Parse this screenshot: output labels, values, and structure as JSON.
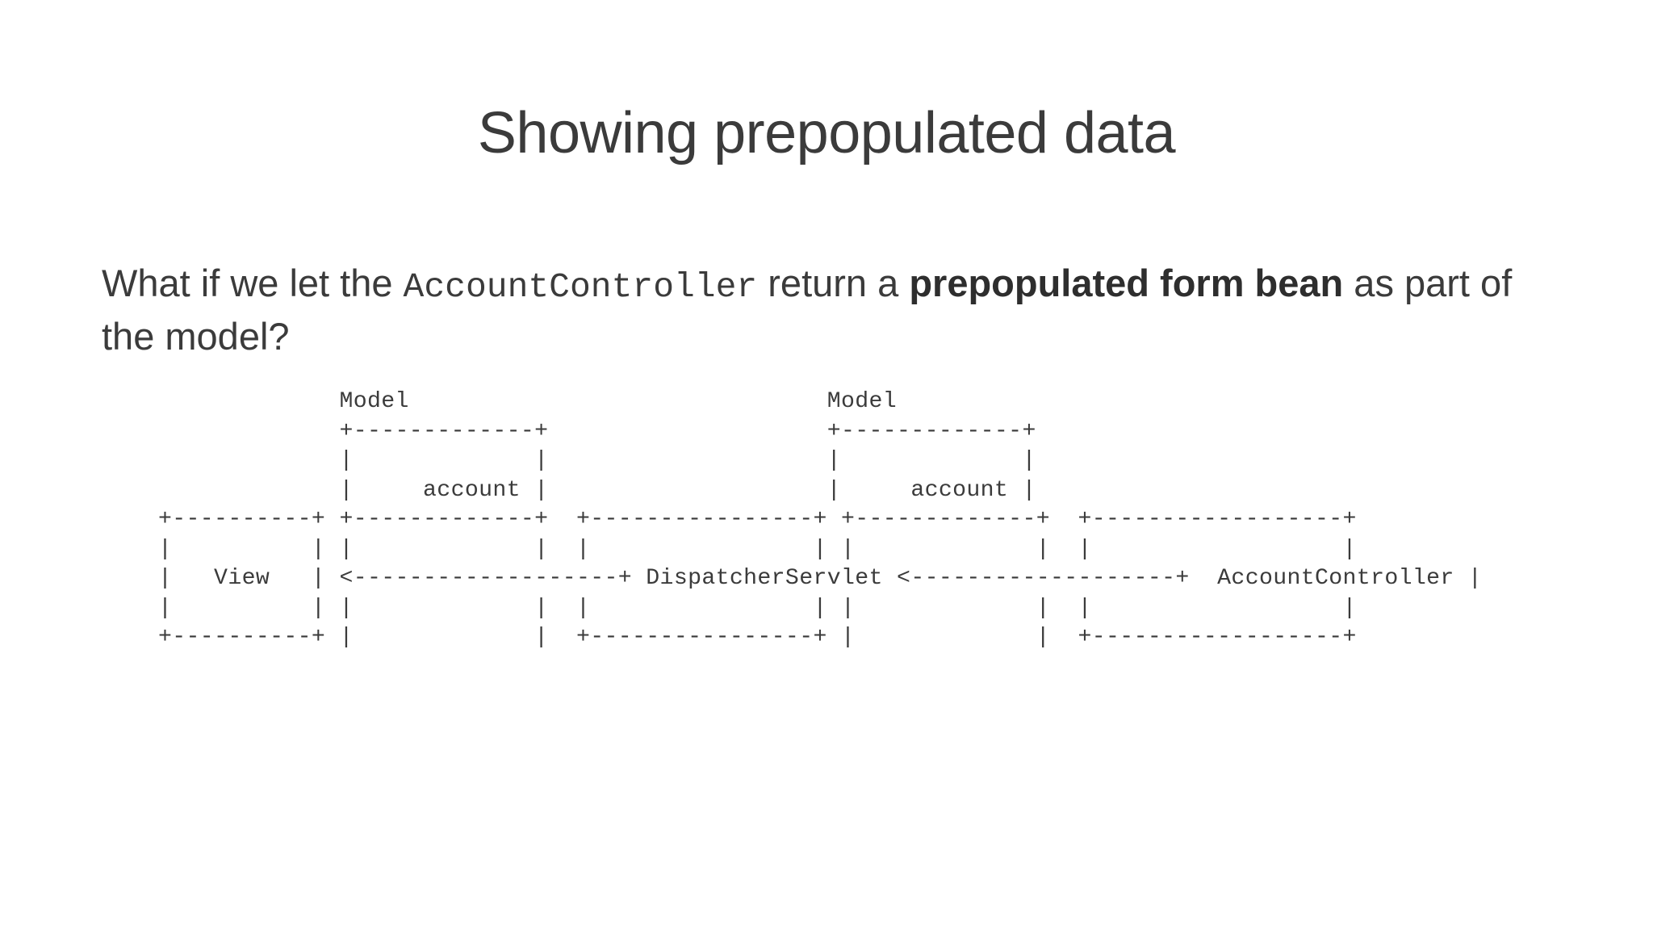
{
  "slide": {
    "title": "Showing prepopulated data",
    "background_color": "#ffffff",
    "text_color": "#3b3b3b",
    "body": {
      "segment_1": "What if we let the ",
      "code_1": "AccountController",
      "segment_2": " return a ",
      "bold_1": "prepopulated form bean",
      "segment_3": " as part of the model?"
    },
    "diagram": {
      "type": "ascii-art",
      "labels": {
        "model_left": "Model",
        "model_right": "Model",
        "account_left": "account",
        "account_right": "account",
        "view": "View",
        "dispatcher_servlet": "DispatcherServlet",
        "account_controller": "AccountController"
      },
      "art": "             Model                              Model\n             +-------------+                    +-------------+\n             |             |                    |             |\n             |     account |                    |     account |\n+----------+ +-------------+  +----------------+ +-------------+  +------------------+\n|          | |             |  |                | |             |  |                  |\n|   View   | <-------------------+ DispatcherServlet <-------------------+  AccountController |\n|          | |             |  |                | |             |  |                  |\n+----------+ |             |  +----------------+ |             |  +------------------+"
    }
  }
}
